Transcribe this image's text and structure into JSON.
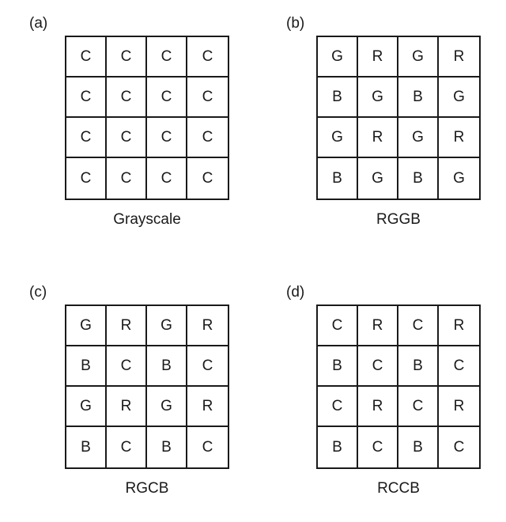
{
  "panels": [
    {
      "letter": "(a)",
      "caption": "Grayscale",
      "cells": [
        [
          "C",
          "C",
          "C",
          "C"
        ],
        [
          "C",
          "C",
          "C",
          "C"
        ],
        [
          "C",
          "C",
          "C",
          "C"
        ],
        [
          "C",
          "C",
          "C",
          "C"
        ]
      ]
    },
    {
      "letter": "(b)",
      "caption": "RGGB",
      "cells": [
        [
          "G",
          "R",
          "G",
          "R"
        ],
        [
          "B",
          "G",
          "B",
          "G"
        ],
        [
          "G",
          "R",
          "G",
          "R"
        ],
        [
          "B",
          "G",
          "B",
          "G"
        ]
      ]
    },
    {
      "letter": "(c)",
      "caption": "RGCB",
      "cells": [
        [
          "G",
          "R",
          "G",
          "R"
        ],
        [
          "B",
          "C",
          "B",
          "C"
        ],
        [
          "G",
          "R",
          "G",
          "R"
        ],
        [
          "B",
          "C",
          "B",
          "C"
        ]
      ]
    },
    {
      "letter": "(d)",
      "caption": "RCCB",
      "cells": [
        [
          "C",
          "R",
          "C",
          "R"
        ],
        [
          "B",
          "C",
          "B",
          "C"
        ],
        [
          "C",
          "R",
          "C",
          "R"
        ],
        [
          "B",
          "C",
          "B",
          "C"
        ]
      ]
    }
  ]
}
